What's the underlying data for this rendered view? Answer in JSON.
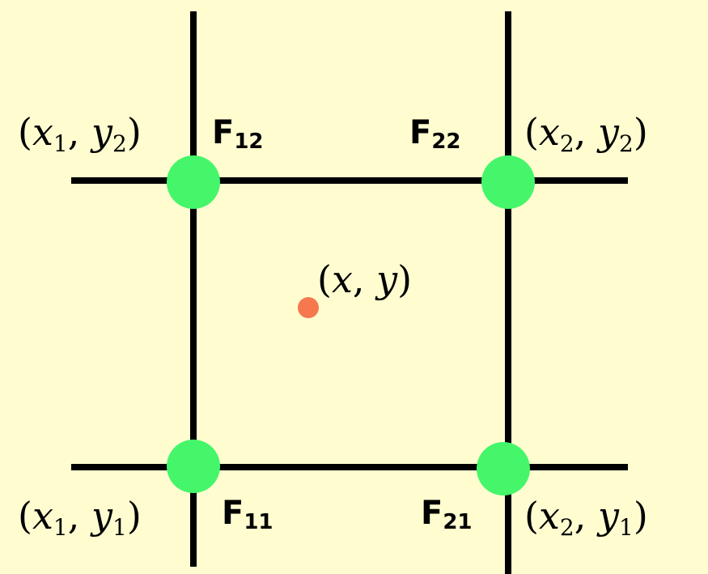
{
  "colors": {
    "background": "#fffdd0",
    "line": "#000000",
    "grid_point": "#45f66a",
    "interp_point": "#f5784e"
  },
  "points": {
    "top_left": {
      "var1": "x",
      "sub1": "1",
      "var2": "y",
      "sub2": "2",
      "f_main": "F",
      "f_sub": "12"
    },
    "top_right": {
      "var1": "x",
      "sub1": "2",
      "var2": "y",
      "sub2": "2",
      "f_main": "F",
      "f_sub": "22"
    },
    "bottom_left": {
      "var1": "x",
      "sub1": "1",
      "var2": "y",
      "sub2": "1",
      "f_main": "F",
      "f_sub": "11"
    },
    "bottom_right": {
      "var1": "x",
      "sub1": "2",
      "var2": "y",
      "sub2": "1",
      "f_main": "F",
      "f_sub": "21"
    }
  },
  "interp": {
    "var1": "x",
    "var2": "y"
  }
}
